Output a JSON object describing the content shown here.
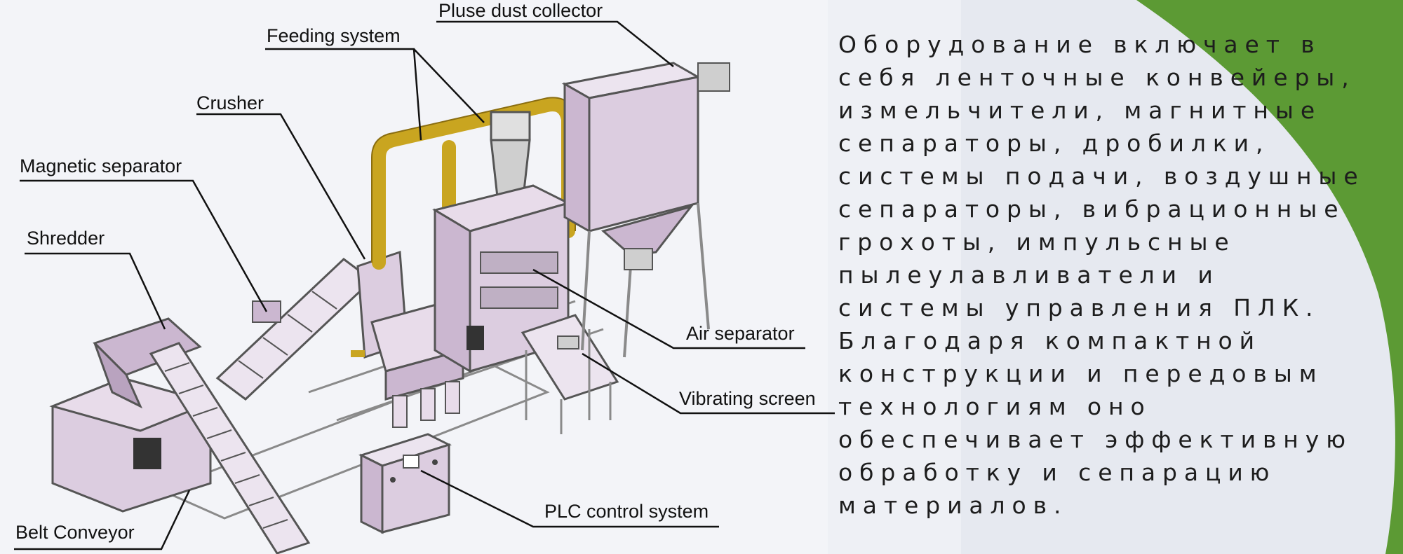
{
  "labels": {
    "pulse_dust_collector": "Pluse dust collector",
    "feeding_system": "Feeding system",
    "crusher": "Crusher",
    "magnetic_separator": "Magnetic separator",
    "shredder": "Shredder",
    "belt_conveyor": "Belt Conveyor",
    "air_separator": "Air separator",
    "vibrating_screen": "Vibrating screen",
    "plc_control_system": "PLC control system"
  },
  "description_lines": [
    "Оборудование включает в",
    "себя ленточные конвейеры,",
    "измельчители, магнитные",
    "сепараторы, дробилки,",
    "системы подачи, воздушные",
    "сепараторы, вибрационные",
    "грохоты, импульсные",
    "пылеулавливатели и",
    "системы управления ПЛК.",
    "Благодаря компактной",
    "конструкции и передовым",
    "технологиям оно",
    "обеспечивает эффективную",
    "обработку и сепарацию",
    "материалов."
  ],
  "colors": {
    "background": "#f3f4f8",
    "accent_green": "#5c9a34",
    "panel_light": "#e4e7ef",
    "machine_body": "#d8c7dc",
    "machine_outline": "#555555",
    "pipe_gold": "#c9a520",
    "text": "#1d1d1d"
  }
}
